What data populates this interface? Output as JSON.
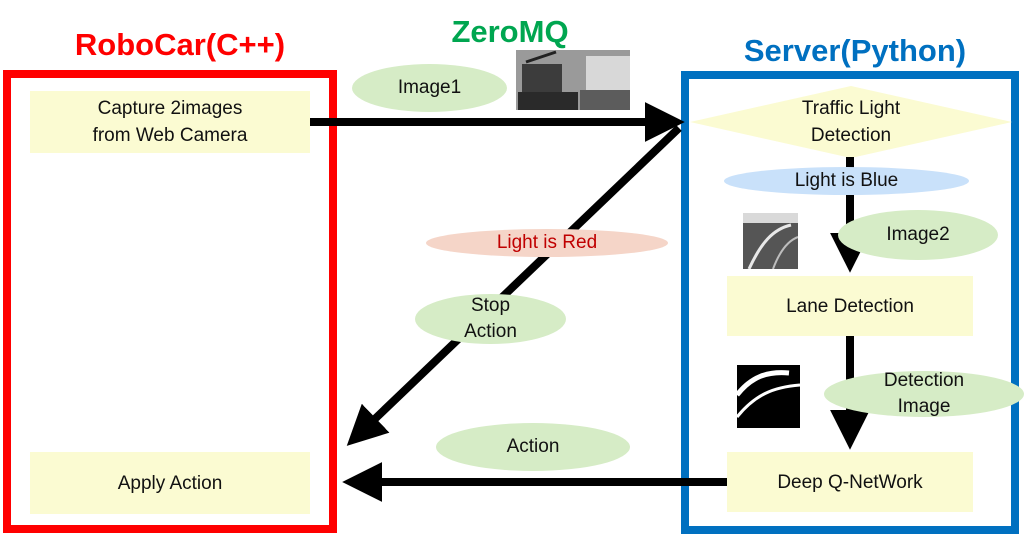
{
  "titles": {
    "robocar": "RoboCar(C++)",
    "zeromq": "ZeroMQ",
    "server": "Server(Python)"
  },
  "robocar": {
    "capture": "Capture 2images\nfrom Web Camera",
    "apply": "Apply Action"
  },
  "server": {
    "traffic": "Traffic Light\nDetection",
    "lane": "Lane Detection",
    "dqn": "Deep Q-NetWork"
  },
  "labels": {
    "image1": "Image1",
    "light_blue": "Light is Blue",
    "light_red": "Light is Red",
    "image2": "Image2",
    "stop_action": "Stop\nAction",
    "detection_image": "Detection\nImage",
    "action": "Action"
  },
  "colors": {
    "robocar": "#ff0000",
    "zeromq": "#00a650",
    "server": "#0070c0",
    "box_fill": "#fbfbd2",
    "ellipse_green": "#d6ecc6",
    "ellipse_red": "#f5d5c8",
    "ellipse_blue": "#c9e1fa",
    "red_text": "#c00000"
  }
}
